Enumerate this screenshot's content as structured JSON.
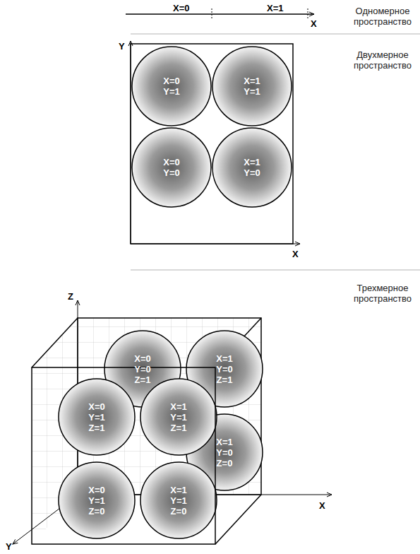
{
  "diagram": {
    "nodes": [
      {
        "text": [
          "X=0",
          "Y=1"
        ]
      },
      {
        "text": [
          "X=1",
          "Y=1"
        ]
      },
      {
        "text": [
          "X=0",
          "Y=0"
        ]
      },
      {
        "text": [
          "X=1",
          "Y=0"
        ]
      },
      {
        "text": [
          "X=0",
          "Y=0",
          "Z=1"
        ]
      },
      {
        "text": [
          "X=1",
          "Y=0",
          "Z=1"
        ]
      },
      {
        "text": [
          "X=1",
          "Y=0",
          "Z=0"
        ]
      },
      {
        "text": [
          "X=0",
          "Y=1",
          "Z=1"
        ]
      },
      {
        "text": [
          "X=1",
          "Y=1",
          "Z=1"
        ]
      },
      {
        "text": [
          "X=0",
          "Y=1",
          "Z=0"
        ]
      },
      {
        "text": [
          "X=1",
          "Y=1",
          "Z=0"
        ]
      }
    ],
    "labels": [
      "X=0",
      "X=1",
      "X",
      "Одномерное пространство",
      "Y",
      "X",
      "Двухмерное пространство",
      "Z",
      "Трехмерное пространство",
      "X",
      "Y"
    ]
  }
}
